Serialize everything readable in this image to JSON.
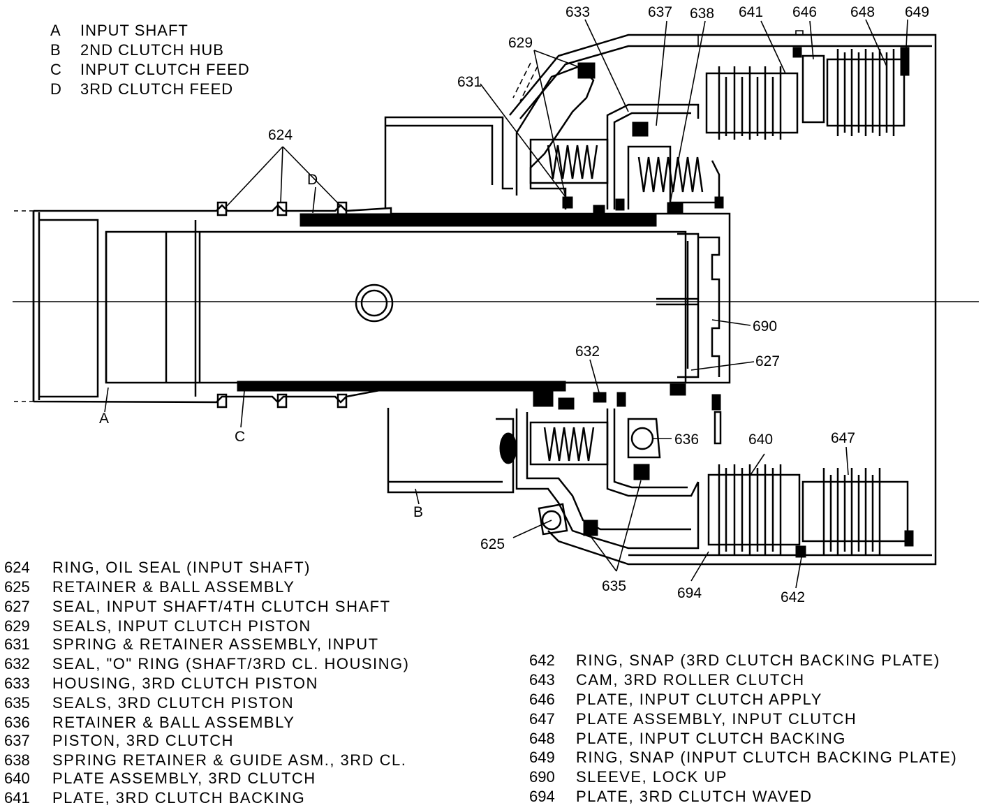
{
  "legend_top": [
    {
      "key": "A",
      "text": "INPUT SHAFT"
    },
    {
      "key": "B",
      "text": "2ND CLUTCH HUB"
    },
    {
      "key": "C",
      "text": "INPUT CLUTCH FEED"
    },
    {
      "key": "D",
      "text": "3RD CLUTCH FEED"
    }
  ],
  "callouts": {
    "c633": "633",
    "c637": "637",
    "c638": "638",
    "c641": "641",
    "c646": "646",
    "c648": "648",
    "c649": "649",
    "c629": "629",
    "c631": "631",
    "c624": "624",
    "cD": "D",
    "c690": "690",
    "c627": "627",
    "c632": "632",
    "c636": "636",
    "c640": "640",
    "c647": "647",
    "cA": "A",
    "cC": "C",
    "cB": "B",
    "c625": "625",
    "c635": "635",
    "c694": "694",
    "c642": "642"
  },
  "parts_left": [
    {
      "num": "624",
      "desc": "RING, OIL SEAL (INPUT SHAFT)"
    },
    {
      "num": "625",
      "desc": "RETAINER & BALL ASSEMBLY"
    },
    {
      "num": "627",
      "desc": "SEAL, INPUT SHAFT/4TH CLUTCH SHAFT"
    },
    {
      "num": "629",
      "desc": "SEALS, INPUT CLUTCH PISTON"
    },
    {
      "num": "631",
      "desc": "SPRING & RETAINER ASSEMBLY, INPUT"
    },
    {
      "num": "632",
      "desc": "SEAL, \"O\" RING (SHAFT/3RD CL. HOUSING)"
    },
    {
      "num": "633",
      "desc": "HOUSING, 3RD CLUTCH PISTON"
    },
    {
      "num": "635",
      "desc": "SEALS, 3RD CLUTCH PISTON"
    },
    {
      "num": "636",
      "desc": "RETAINER & BALL ASSEMBLY"
    },
    {
      "num": "637",
      "desc": "PISTON, 3RD CLUTCH"
    },
    {
      "num": "638",
      "desc": "SPRING RETAINER & GUIDE ASM., 3RD CL."
    },
    {
      "num": "640",
      "desc": "PLATE ASSEMBLY, 3RD CLUTCH"
    },
    {
      "num": "641",
      "desc": "PLATE, 3RD CLUTCH BACKING"
    }
  ],
  "parts_right": [
    {
      "num": "642",
      "desc": "RING, SNAP (3RD CLUTCH BACKING PLATE)"
    },
    {
      "num": "643",
      "desc": "CAM, 3RD ROLLER CLUTCH"
    },
    {
      "num": "646",
      "desc": "PLATE, INPUT CLUTCH APPLY"
    },
    {
      "num": "647",
      "desc": "PLATE ASSEMBLY, INPUT CLUTCH"
    },
    {
      "num": "648",
      "desc": "PLATE, INPUT CLUTCH BACKING"
    },
    {
      "num": "649",
      "desc": "RING, SNAP (INPUT CLUTCH BACKING PLATE)"
    },
    {
      "num": "690",
      "desc": "SLEEVE, LOCK UP"
    },
    {
      "num": "694",
      "desc": "PLATE, 3RD CLUTCH WAVED"
    }
  ]
}
